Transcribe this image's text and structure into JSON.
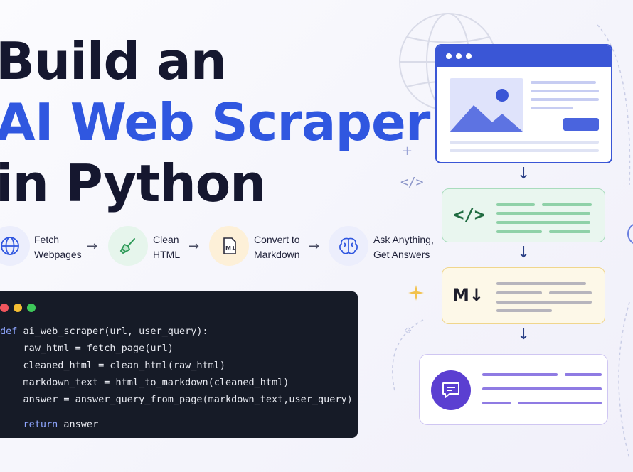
{
  "title": {
    "line1": "Build an",
    "line2": "AI Web Scraper",
    "line3": "in Python"
  },
  "steps": [
    {
      "icon": "globe-icon",
      "line1": "Fetch",
      "line2": "Webpages"
    },
    {
      "icon": "broom-icon",
      "line1": "Clean",
      "line2": "HTML"
    },
    {
      "icon": "markdown-icon",
      "line1": "Convert to",
      "line2": "Markdown"
    },
    {
      "icon": "brain-icon",
      "line1": "Ask Anything,",
      "line2": "Get Answers"
    }
  ],
  "code": {
    "def_kw": "def",
    "line1": " ai_web_scraper(url, user_query):",
    "line2": "    raw_html = fetch_page(url)",
    "line3": "    cleaned_html = clean_html(raw_html)",
    "line4": "    markdown_text = html_to_markdown(cleaned_html)",
    "line5": "    answer = answer_query_from_page(markdown_text,user_query)",
    "return_kw": "return",
    "line6": " answer"
  },
  "diagram": {
    "code_symbol": "</>",
    "markdown_symbol": "M↓",
    "deco_code_symbol": "</>"
  },
  "colors": {
    "accent_blue": "#3057e0",
    "dark_text": "#15172f",
    "code_bg": "#161b27",
    "green_card": "#e9f6ef",
    "yellow_card": "#fdf8e8",
    "purple": "#5b3fd1"
  }
}
